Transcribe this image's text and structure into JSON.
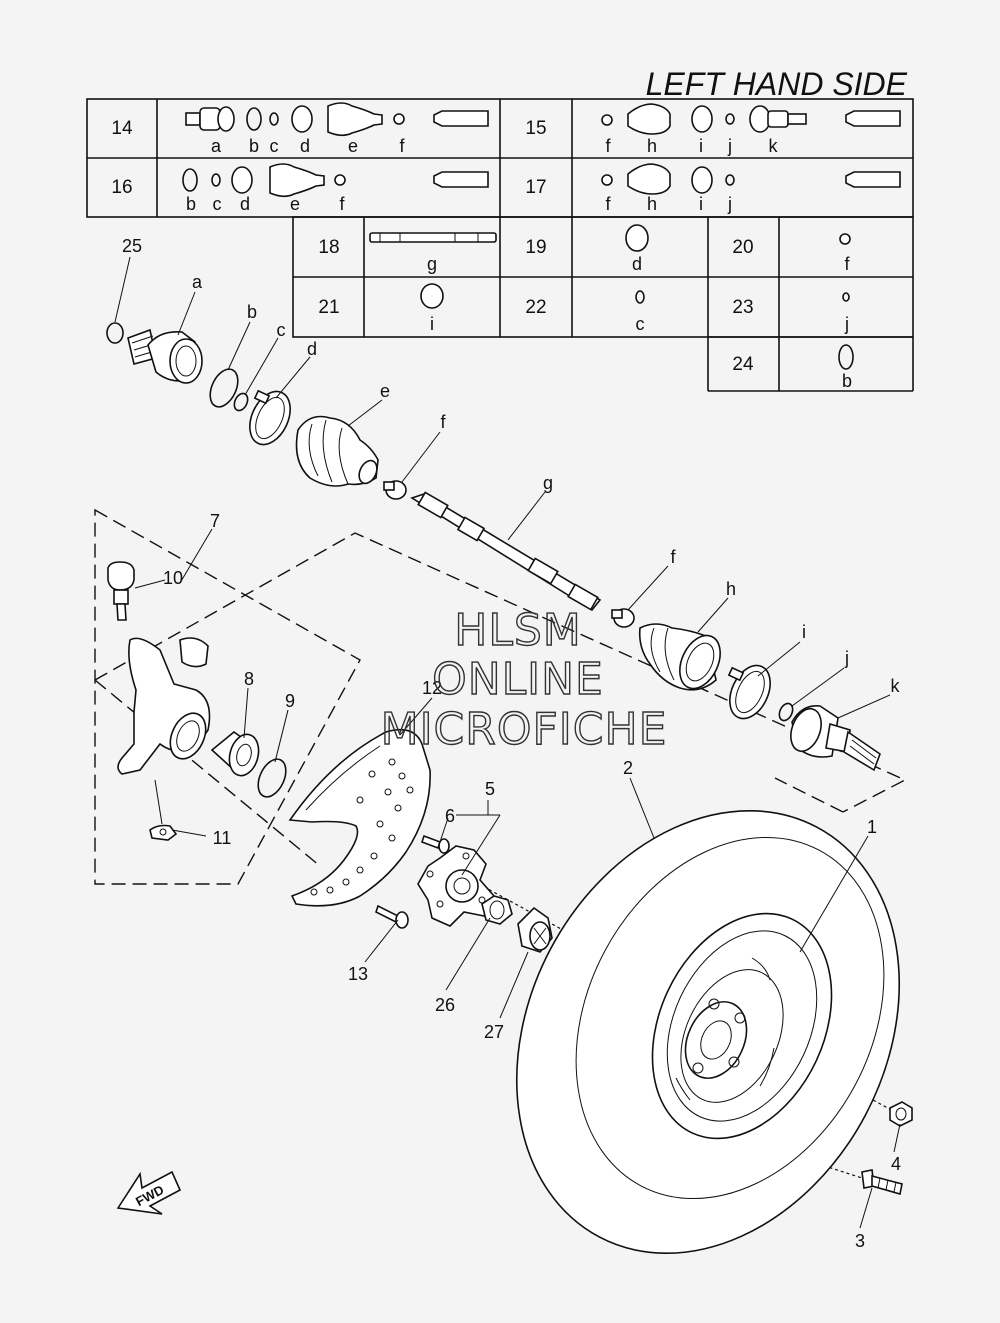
{
  "header": {
    "title": "LEFT HAND SIDE"
  },
  "watermark": {
    "lines": [
      "HLSM",
      "ONLINE",
      "MICROFICHE"
    ]
  },
  "kits": [
    {
      "number": "14",
      "letters": [
        "a",
        "b",
        "c",
        "d",
        "e",
        "f"
      ]
    },
    {
      "number": "15",
      "letters": [
        "f",
        "h",
        "i",
        "j",
        "k"
      ]
    },
    {
      "number": "16",
      "letters": [
        "b",
        "c",
        "d",
        "e",
        "f"
      ]
    },
    {
      "number": "17",
      "letters": [
        "f",
        "h",
        "i",
        "j"
      ]
    },
    {
      "number": "18",
      "letters": [
        "g"
      ]
    },
    {
      "number": "19",
      "letters": [
        "d"
      ]
    },
    {
      "number": "20",
      "letters": [
        "f"
      ]
    },
    {
      "number": "21",
      "letters": [
        "i"
      ]
    },
    {
      "number": "22",
      "letters": [
        "c"
      ]
    },
    {
      "number": "23",
      "letters": [
        "j"
      ]
    },
    {
      "number": "24",
      "letters": [
        "b"
      ]
    }
  ],
  "callouts": {
    "numbers": [
      "1",
      "2",
      "3",
      "4",
      "5",
      "6",
      "7",
      "8",
      "9",
      "10",
      "11",
      "12",
      "13",
      "25",
      "26",
      "27"
    ],
    "letters": [
      "a",
      "b",
      "c",
      "d",
      "e",
      "f",
      "g",
      "f",
      "h",
      "i",
      "j",
      "k"
    ]
  },
  "fwd_arrow": {
    "label": "FWD"
  }
}
